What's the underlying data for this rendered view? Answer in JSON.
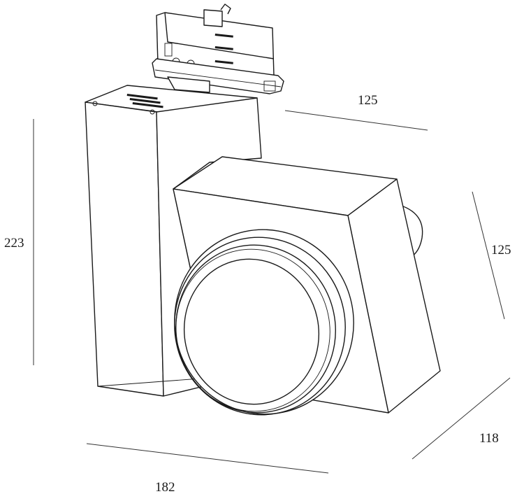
{
  "dimensions": {
    "top_width": "125",
    "head_height": "125",
    "total_height": "223",
    "depth": "118",
    "width": "182"
  },
  "colors": {
    "line": "#1a1a1a",
    "background": "#ffffff"
  }
}
